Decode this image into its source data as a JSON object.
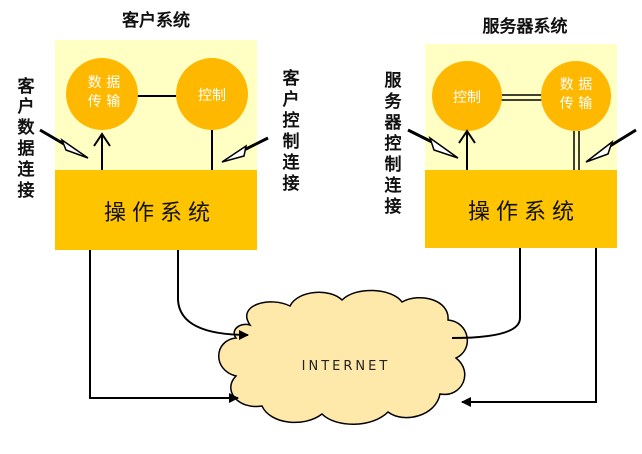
{
  "client": {
    "title": "客户系统",
    "data_circle_line1": "数 据",
    "data_circle_line2": "传 输",
    "control_circle": "控制",
    "os_label": "操作系统",
    "data_connection_label": "客户数据连接",
    "control_connection_label": "客户控制连接"
  },
  "server": {
    "title": "服务器系统",
    "control_circle": "控制",
    "data_circle_line1": "数 据",
    "data_circle_line2": "传 输",
    "os_label": "操作系统",
    "control_connection_label": "服务器控制连接"
  },
  "network": {
    "label": "INTERNET"
  },
  "colors": {
    "panel": "#FFFFC4",
    "os_box": "#FFC400",
    "circle": "#FFB800",
    "line": "#000000"
  }
}
